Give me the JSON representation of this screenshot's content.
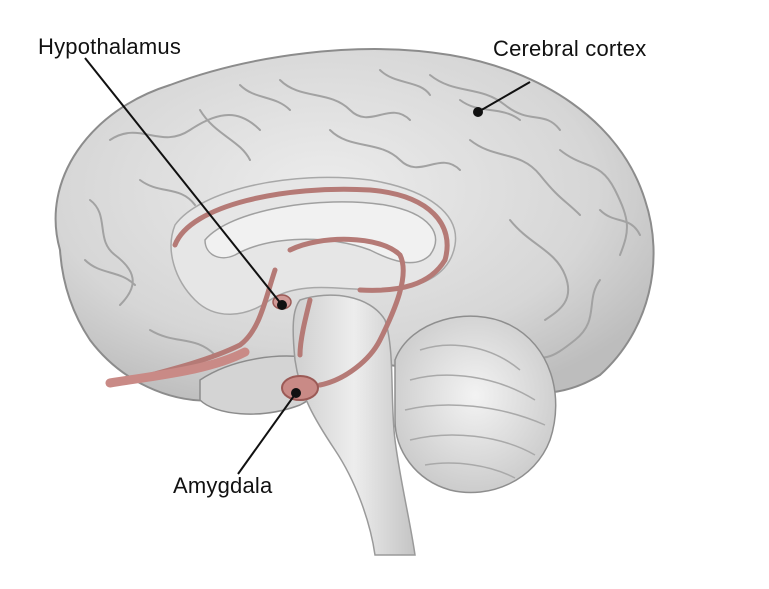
{
  "labels": {
    "hypothalamus": "Hypothalamus",
    "cerebral_cortex": "Cerebral cortex",
    "amygdala": "Amygdala"
  },
  "colors": {
    "cortex_fill": "#d9d9d9",
    "cortex_sulcus": "#9a9a9a",
    "inner_fill": "#e9e9e9",
    "limbic_pink": "#c98a86",
    "limbic_outline": "#9b5a56",
    "leader_line": "#111111"
  }
}
